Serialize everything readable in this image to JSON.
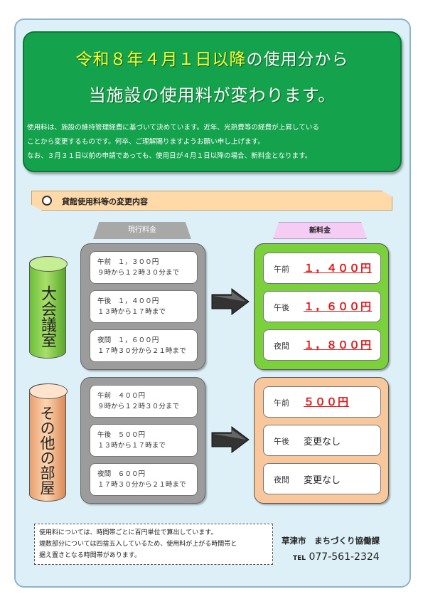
{
  "banner": {
    "title_highlight": "令和８年４月１日以降",
    "title_rest": "の使用分から",
    "subtitle": "当施設の使用料が変わります。",
    "body": [
      "使用料は、施設の維持管理経費に基づいて決めています。近年、光熱費等の経費が上昇している",
      "ことから変更するものです。何卒、ご理解賜りますようお願い申し上げます。",
      "なお、３月３１日以前の申請であっても、使用日が４月１日以降の場合、新料金となります。"
    ]
  },
  "section": {
    "label": "貸館使用料等の変更内容"
  },
  "tabs": {
    "current": "現行料金",
    "new": "新料金"
  },
  "rooms": [
    {
      "name": "大会議室",
      "current": [
        {
          "line1": "午前　１，３００円",
          "line2": "９時から１２時３０分まで"
        },
        {
          "line1": "午後　１，４００円",
          "line2": "１３時から１７時まで"
        },
        {
          "line1": "夜間　１，６００円",
          "line2": "１７時３０分から２１時まで"
        }
      ],
      "new": [
        {
          "slot": "午前",
          "price": "１，４００円"
        },
        {
          "slot": "午後",
          "price": "１，６００円"
        },
        {
          "slot": "夜間",
          "price": "１，８００円"
        }
      ]
    },
    {
      "name": "その他の部屋",
      "current": [
        {
          "line1": "午前　４００円",
          "line2": "９時から１２時３０分まで"
        },
        {
          "line1": "午後　５００円",
          "line2": "１３時から１７時まで"
        },
        {
          "line1": "夜間　６００円",
          "line2": "１７時３０分から２１時まで"
        }
      ],
      "new": [
        {
          "slot": "午前",
          "price": "５００円"
        },
        {
          "slot": "午後",
          "text": "変更なし"
        },
        {
          "slot": "夜間",
          "text": "変更なし"
        }
      ]
    }
  ],
  "note": [
    "使用料については、時間帯ごとに百円単位で算出しています。",
    "端数部分については四捨五入しているため、使用料が上がる時間帯と",
    "据え置きとなる時間帯があります。"
  ],
  "contact": {
    "department": "草津市　まちづくり協働課",
    "tel_label": "TEL",
    "tel": "077-561-2324"
  },
  "colors": {
    "banner": "#14a24c",
    "highlight": "#ffff33",
    "price_red": "#e01a1a",
    "large_room": "#7bd13c",
    "other_room": "#f9c79c"
  }
}
